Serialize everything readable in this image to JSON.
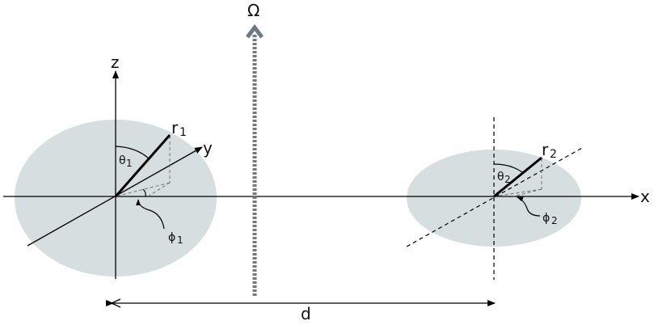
{
  "labels": {
    "omega": "Ω",
    "z": "z",
    "y": "y",
    "x": "x",
    "r1": "r",
    "r1_sub": "1",
    "r2": "r",
    "r2_sub": "2",
    "theta1": "θ",
    "theta1_sub": "1",
    "theta2": "θ",
    "theta2_sub": "2",
    "phi1": "ϕ",
    "phi1_sub": "1",
    "phi2": "ϕ",
    "phi2_sub": "2",
    "d": "d"
  },
  "colors": {
    "ellipse_fill": "#d7dee0",
    "omega_arrow": "#6f7b7e",
    "projection_dash": "#6b7577",
    "line": "#000000"
  }
}
